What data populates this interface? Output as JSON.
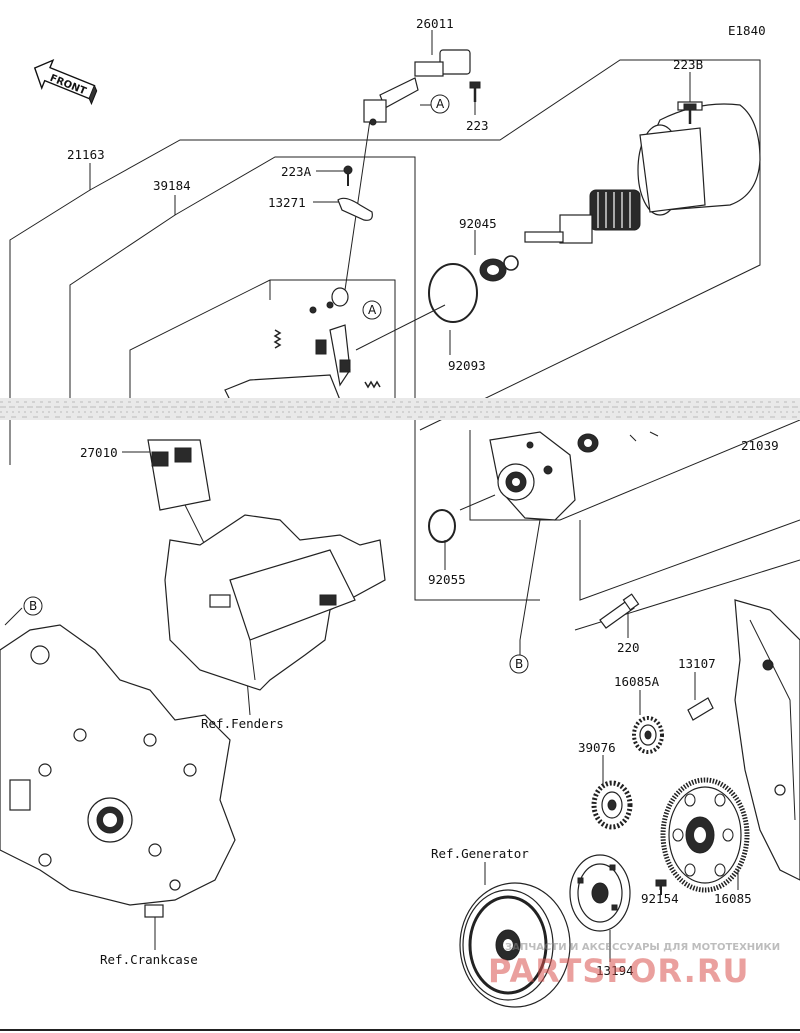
{
  "diagram_code": "E1840",
  "front_arrow_label": "FRONT",
  "part_numbers": {
    "p26011": "26011",
    "p223B": "223B",
    "p223": "223",
    "p21163": "21163",
    "p39184": "39184",
    "p223A": "223A",
    "p13271": "13271",
    "p92045": "92045",
    "p92093": "92093",
    "p27010": "27010",
    "p21039": "21039",
    "p92055": "92055",
    "p220": "220",
    "p16085A": "16085A",
    "p13107": "13107",
    "p39076": "39076",
    "p92154": "92154",
    "p16085": "16085",
    "p13194": "13194"
  },
  "callouts": {
    "a_top": "A",
    "a_mid": "A",
    "b_left": "B",
    "b_bottom": "B"
  },
  "references": {
    "fenders": "Ref.Fenders",
    "generator": "Ref.Generator",
    "crankcase": "Ref.Crankcase"
  },
  "watermark": {
    "tagline": "ЗАПЧАСТИ И АКСЕССУАРЫ ДЛЯ МОТОТЕХНИКИ",
    "brand": "PARTSFOR.RU",
    "brand_color": "#d9534f"
  }
}
